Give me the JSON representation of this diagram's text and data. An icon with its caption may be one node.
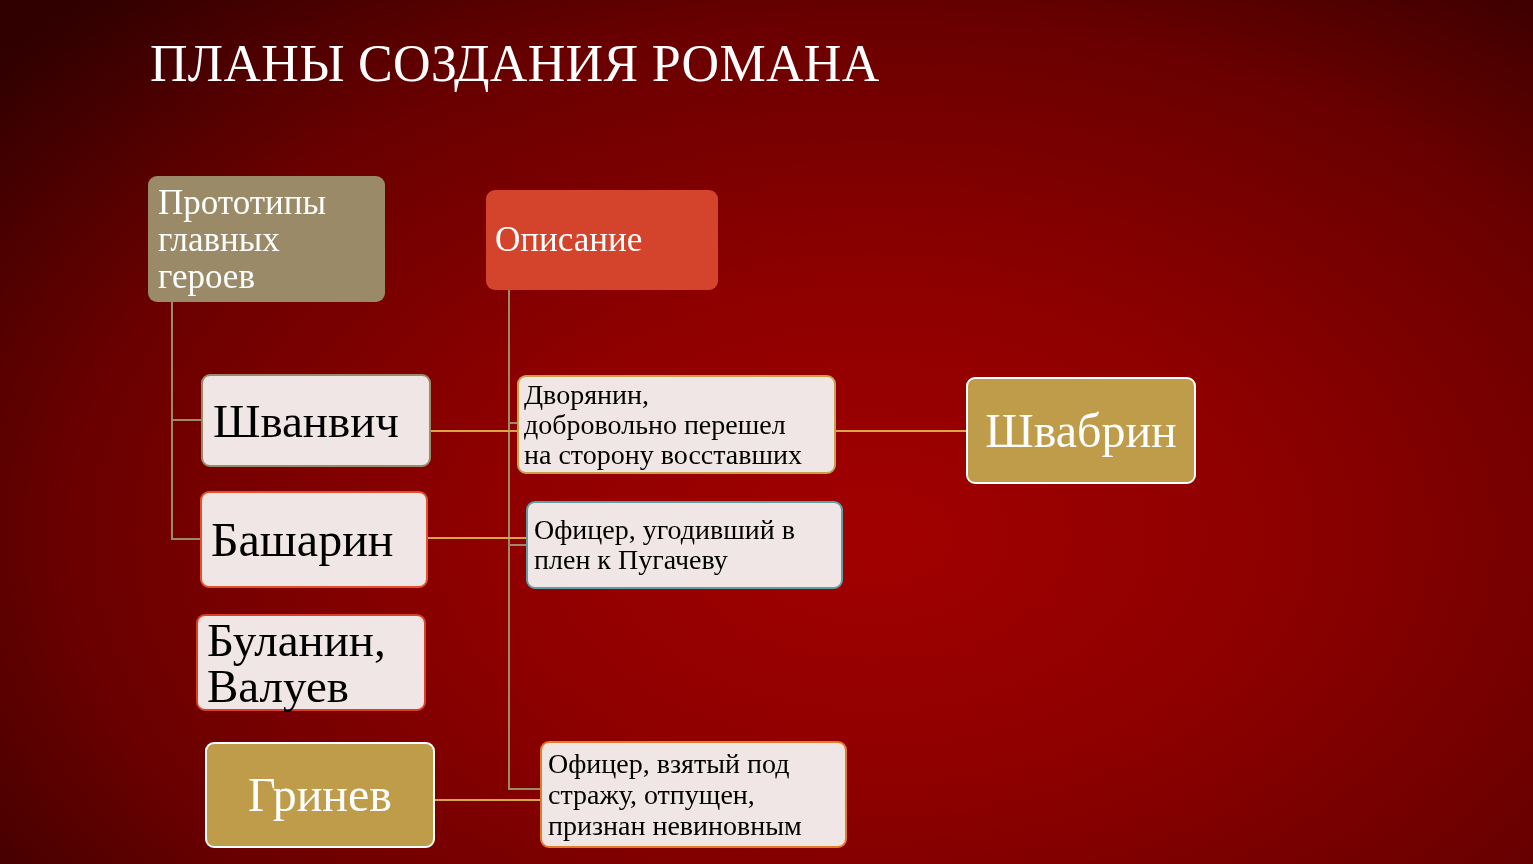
{
  "diagram": {
    "title": "ПЛАНЫ СОЗДАНИЯ РОМАНА",
    "nodes": [
      {
        "text": [
          "Прототипы главных героев"
        ]
      },
      {
        "text": [
          "Описание"
        ]
      },
      {
        "text": [
          "Шванвич"
        ]
      },
      {
        "text": [
          "Башарин"
        ]
      },
      {
        "text": [
          "Буланин, Валуев"
        ]
      },
      {
        "text": [
          "Гринев"
        ]
      },
      {
        "text": [
          "Дворянин, добровольно перешел на сторону восставших"
        ]
      },
      {
        "text": [
          "Офицер, угодивший в плен к Пугачеву"
        ]
      },
      {
        "text": [
          "Офицер, взятый под стражу, отпущен, признан невиновным"
        ]
      },
      {
        "text": [
          "Швабрин"
        ]
      }
    ],
    "edges": [
      {
        "from": 0,
        "to": 2,
        "arrow": "none"
      },
      {
        "from": 0,
        "to": 3,
        "arrow": "none"
      },
      {
        "from": 1,
        "to": 6,
        "arrow": "none"
      },
      {
        "from": 1,
        "to": 7,
        "arrow": "none"
      },
      {
        "from": 1,
        "to": 8,
        "arrow": "none"
      },
      {
        "from": 2,
        "to": 6,
        "arrow": "none",
        "color": "#d9a44a"
      },
      {
        "from": 3,
        "to": 7,
        "arrow": "none",
        "color": "#d9a44a"
      },
      {
        "from": 5,
        "to": 8,
        "arrow": "none",
        "color": "#d9a44a"
      },
      {
        "from": 6,
        "to": 9,
        "arrow": "none",
        "color": "#d9a44a"
      }
    ]
  }
}
